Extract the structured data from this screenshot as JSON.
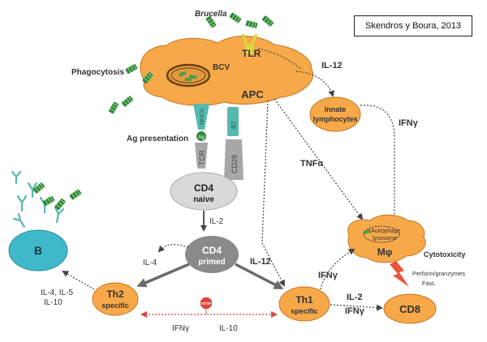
{
  "citation": "Skendros y Boura, 2013",
  "nodes": {
    "brucella": "Brucella",
    "tlr": "TLR",
    "bcv": "BCV",
    "apc": "APC",
    "phagocytosis": "Phagocytosis",
    "mhcii": "MHCII",
    "ag": "Ag",
    "ag_presentation": "Ag presentation",
    "b7": "B7",
    "tcr": "TCR",
    "cd28": "CD28",
    "cd4_naive_1": "CD4",
    "cd4_naive_2": "naive",
    "innate_1": "Innate",
    "innate_2": "lymphocytes",
    "cd4_primed_1": "CD4",
    "cd4_primed_2": "primed",
    "b_cell": "B",
    "th2_1": "Th2",
    "th2_2": "specific",
    "th1_1": "Th1",
    "th1_2": "specific",
    "macrophage_lyso_1": "(Auto)phage",
    "macrophage_lyso_2": "lysosome",
    "macrophage": "Mφ",
    "cd8": "CD8",
    "stop": "STOP"
  },
  "labels": {
    "il12_top": "IL-12",
    "ifng_right": "IFNγ",
    "tnfa": "TNFα",
    "il2": "IL-2",
    "il4": "IL-4",
    "il12_mid": "IL-12",
    "ifng_mid": "IFNγ",
    "cytotoxicity": "Cytotoxicity",
    "perforin": "Perforin/granzymes",
    "fasl": "FasL",
    "il2_cd8": "IL-2",
    "ifng_cd8": "IFNγ",
    "th2_cytokines_1": "IL-4, IL-5",
    "th2_cytokines_2": "IL-10",
    "ifng_bottom": "IFNγ",
    "il10_bottom": "IL-10"
  },
  "colors": {
    "orange": "#f7a94a",
    "orange_stroke": "#c9731d",
    "cell_gray": "#d9d9d9",
    "primed_gray": "#8a8a8a",
    "b_teal": "#3fb9c9",
    "receptor_teal": "#56b9b0",
    "bacteria_green": "#2f8b3c",
    "tlr_yellow": "#d8d83a",
    "stop_red": "#e0453a"
  }
}
